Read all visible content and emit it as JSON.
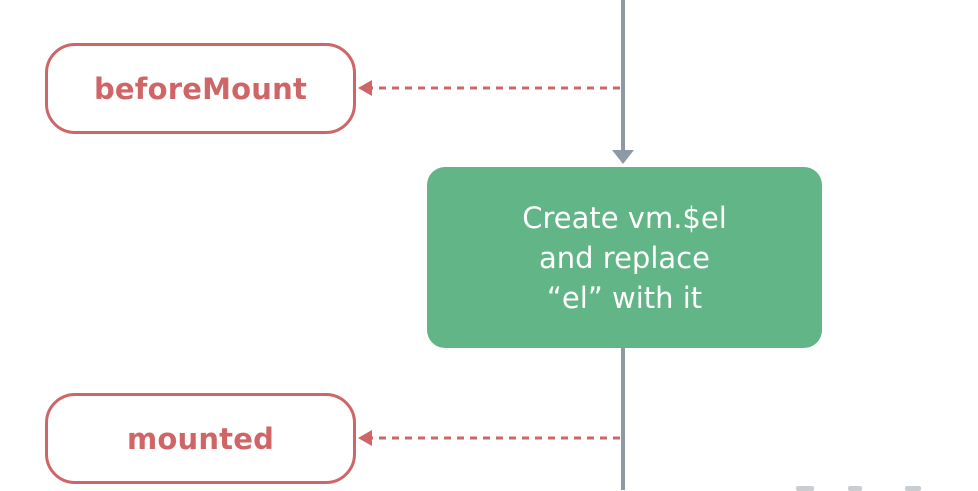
{
  "hooks": {
    "before_mount": "beforeMount",
    "mounted": "mounted"
  },
  "step": {
    "line1": "Create vm.$el",
    "line2": "and replace",
    "line3": "“el” with it"
  },
  "colors": {
    "hook": "#cf6566",
    "step_fill": "#62b587",
    "flow_line": "#8d9aa6"
  }
}
